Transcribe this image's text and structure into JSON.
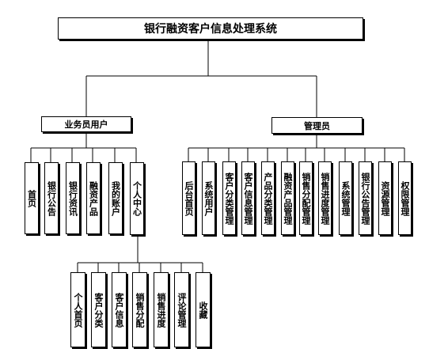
{
  "title": "银行融资客户信息处理系统",
  "branches": [
    {
      "label": "业务员用户",
      "items": [
        "首页",
        "银行公告",
        "银行资讯",
        "融资产品",
        "我的账户",
        "个人中心"
      ]
    },
    {
      "label": "管理员",
      "items": [
        "后台首页",
        "系统用户",
        "客户分类管理",
        "客户信息管理",
        "产品分类管理",
        "融资产品管理",
        "销售分配管理",
        "销售进度管理",
        "系统管理",
        "银行公告管理",
        "资源管理",
        "权限管理"
      ]
    }
  ],
  "sub_branch": {
    "parent": "个人中心",
    "items": [
      "个人首页",
      "客户分类",
      "客户信息",
      "销售分配",
      "销售进度",
      "评论管理",
      "收藏"
    ]
  }
}
